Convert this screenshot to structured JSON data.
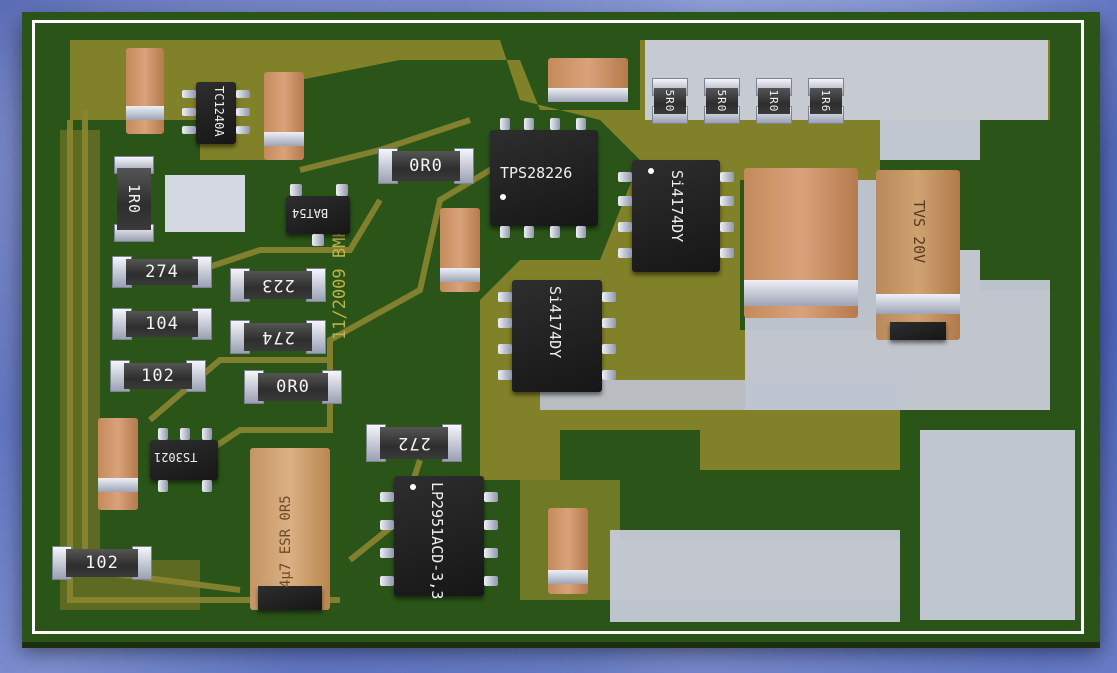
{
  "board": {
    "silkscreen_text": "11/2009 BMK"
  },
  "resistors": {
    "r_1r0_left": "1R0",
    "r_274_a": "274",
    "r_104": "104",
    "r_102_a": "102",
    "r_102_b": "102",
    "r_223": "223",
    "r_274_b": "274",
    "r_0r0_a": "0R0",
    "r_0r0_b": "0R0",
    "r_272": "272",
    "r_5r0_a": "5R0",
    "r_5r0_b": "5R0",
    "r_1r0_top": "1R0",
    "r_1r6": "1R6"
  },
  "ics": {
    "tc1240a": "TC1240A",
    "bat54": "BAT54",
    "tps28226": "TPS28226",
    "si4174dy_a": "Si4174DY",
    "si4174dy_b": "Si4174DY",
    "ts3021": "TS3021",
    "lp2951": "LP2951ACD-3,3"
  },
  "capacitors": {
    "tvs": "TVS 20V",
    "tantalum": "4μ7 ESR 0R5"
  },
  "colors": {
    "pcb_green": "#2a5418",
    "copper": "#8f8a2c",
    "background": "#4a62b5"
  }
}
